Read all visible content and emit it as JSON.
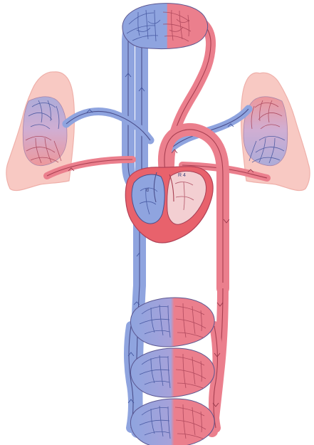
{
  "colors": {
    "deoxygenated_blood": "#8fa4df",
    "oxygenated_blood": "#eb7f8d",
    "lung_tissue": "#f8c9c3",
    "heart_outer": "#e8626c",
    "outline": "#4b4f8c"
  },
  "parts": [
    {
      "name": "upper-capillary-bed"
    },
    {
      "name": "left-lung"
    },
    {
      "name": "right-lung"
    },
    {
      "name": "heart"
    },
    {
      "name": "lower-capillary-bed-1"
    },
    {
      "name": "lower-capillary-bed-2"
    },
    {
      "name": "lower-capillary-bed-3"
    }
  ],
  "heart_labels": {
    "right_atrium": "d",
    "left_atrium": "R 4"
  }
}
